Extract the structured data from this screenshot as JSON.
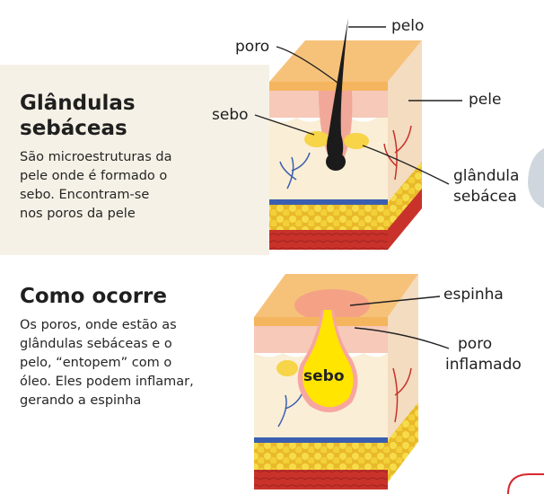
{
  "section_1": {
    "title_lines": [
      "Glândulas",
      "sebáceas"
    ],
    "body_lines": [
      "São microestruturas da",
      "pele onde é formado o",
      "sebo. Encontram-se",
      "nos poros da pele"
    ]
  },
  "section_2": {
    "title": "Como ocorre",
    "body_lines": [
      "Os poros, onde estão as",
      "glândulas sebáceas e o",
      "pelo, “entopem” com o",
      "óleo. Eles podem inflamar,",
      "gerando a espinha"
    ]
  },
  "diagram_1_labels": {
    "pelo": "pelo",
    "poro": "poro",
    "pele": "pele",
    "sebo": "sebo",
    "glandula_line1": "glândula",
    "glandula_line2": "sebácea"
  },
  "diagram_2_labels": {
    "espinha": "espinha",
    "poro_line1": "poro",
    "poro_line2": "inflamado",
    "sebo": "sebo"
  },
  "colors": {
    "skin_top": "#f4b55e",
    "epidermis": "#f6c9b8",
    "dermis": "#faeed6",
    "fat": "#f2d23c",
    "muscle": "#c8322a",
    "accent_red": "#d7282f",
    "pimple": "#ffe500"
  }
}
